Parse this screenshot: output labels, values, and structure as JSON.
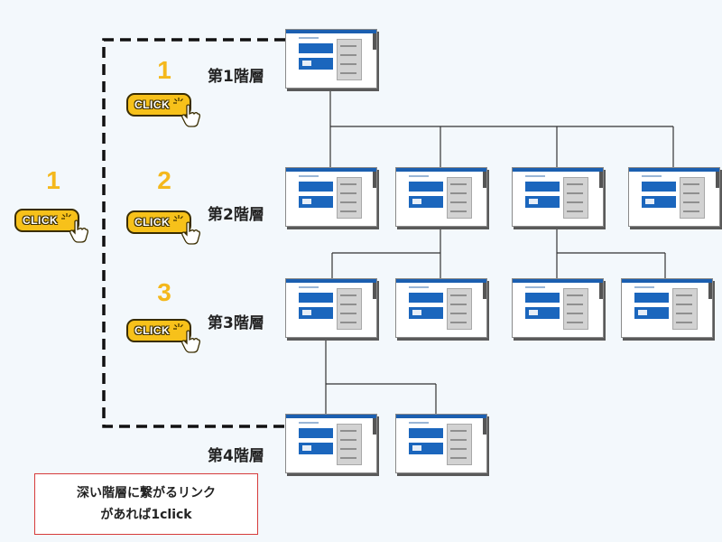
{
  "levels": {
    "level1": "第1階層",
    "level2": "第2階層",
    "level3": "第3階層",
    "level4": "第4階層"
  },
  "clicks": {
    "button_label": "CLICK",
    "shortcut_count": "1",
    "path_counts": [
      "1",
      "2",
      "3"
    ]
  },
  "note": {
    "line1": "深い階層に繋がるリンク",
    "line2": "があれば1click"
  },
  "colors": {
    "background": "#f3f8fc",
    "button_fill": "#f7c11a",
    "number_color": "#f4b81c",
    "page_blue": "#1b66bd",
    "note_border": "#d63b3b"
  }
}
